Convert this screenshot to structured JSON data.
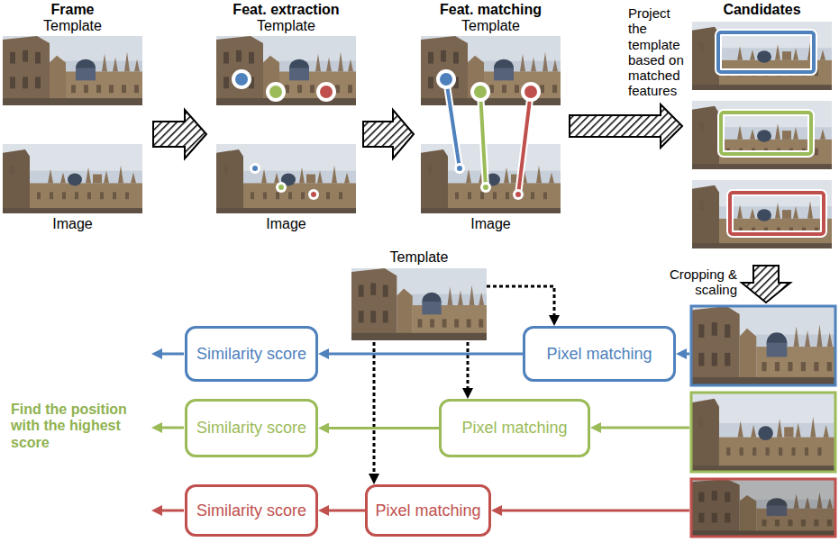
{
  "diagram": {
    "nodes": [
      {
        "text": [
          "Template"
        ]
      },
      {
        "text": [
          "Similarity score"
        ]
      },
      {
        "text": [
          "Pixel matching"
        ]
      },
      {
        "text": [
          "Similarity score"
        ]
      },
      {
        "text": [
          "Pixel matching"
        ]
      },
      {
        "text": [
          "Similarity score"
        ]
      },
      {
        "text": [
          "Pixel matching"
        ]
      }
    ],
    "edges": [
      {
        "from": 0,
        "to": 2,
        "arrow": "to"
      },
      {
        "from": 0,
        "to": 4,
        "arrow": "to"
      },
      {
        "from": 0,
        "to": 6,
        "arrow": "to"
      },
      {
        "from": 2,
        "to": 1,
        "arrow": "to"
      },
      {
        "from": 4,
        "to": 3,
        "arrow": "to"
      },
      {
        "from": 6,
        "to": 5,
        "arrow": "to"
      }
    ],
    "labels": [
      "Frame",
      "Template",
      "Image",
      "Feat. extraction",
      "Template",
      "Image",
      "Feat. matching",
      "Template",
      "Image",
      "Project the template based on matched features",
      "Candidates",
      "Cropping & scaling",
      "Find the position with the highest score"
    ]
  }
}
